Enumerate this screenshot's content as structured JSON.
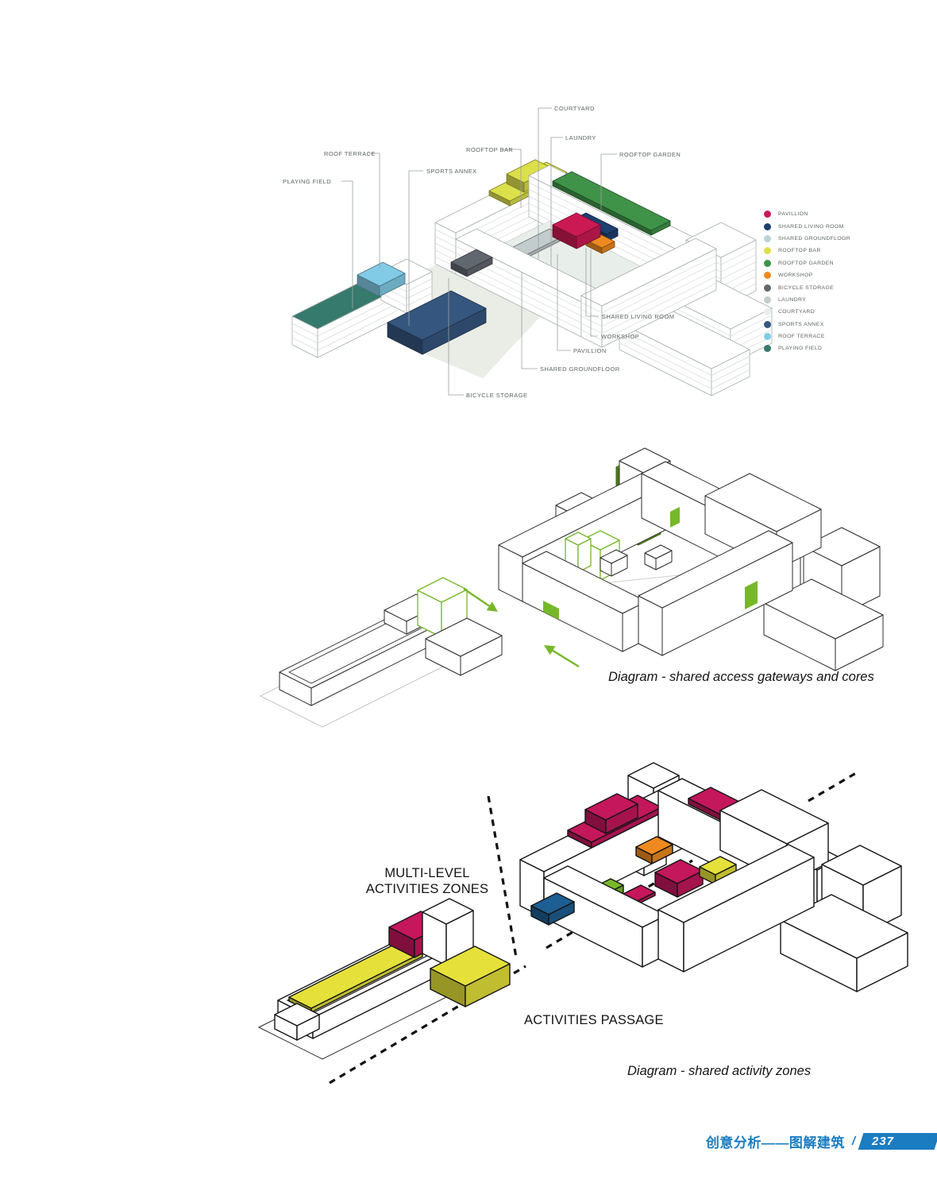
{
  "top_diagram": {
    "labels": {
      "playing_field": "PLAYING FIELD",
      "roof_terrace": "ROOF TERRACE",
      "sports_annex": "SPORTS ANNEX",
      "rooftop_bar": "ROOFTOP BAR",
      "courtyard": "COURTYARD",
      "laundry": "LAUNDRY",
      "rooftop_garden": "ROOFTOP GARDEN",
      "shared_living_room": "SHARED LIVING ROOM",
      "workshop": "WORKSHOP",
      "pavillion": "PAVILLION",
      "shared_groundfloor": "SHARED GROUNDFLOOR",
      "bicycle_storage": "BICYCLE STORAGE"
    },
    "legend": {
      "items": [
        {
          "label": "PAVILLION",
          "color": "#cb1a53"
        },
        {
          "label": "SHARED LIVING ROOM",
          "color": "#1e3e70"
        },
        {
          "label": "SHARED GROUNDFLOOR",
          "color": "#b9d3d6"
        },
        {
          "label": "ROOFTOP BAR",
          "color": "#dce04a"
        },
        {
          "label": "ROOFTOP GARDEN",
          "color": "#3f9348"
        },
        {
          "label": "WORKSHOP",
          "color": "#ee8a1f"
        },
        {
          "label": "BICYCLE STORAGE",
          "color": "#60676e"
        },
        {
          "label": "LAUNDRY",
          "color": "#c3cccd"
        },
        {
          "label": "COURTYARD",
          "color": "#e8eeea"
        },
        {
          "label": "SPORTS ANNEX",
          "color": "#35567e"
        },
        {
          "label": "ROOF TERRACE",
          "color": "#82cbe6"
        },
        {
          "label": "PLAYING FIELD",
          "color": "#367a6d"
        }
      ]
    }
  },
  "middle_diagram": {
    "caption": "Diagram - shared access gateways and cores",
    "accent_color": "#76b82a"
  },
  "bottom_diagram": {
    "caption": "Diagram - shared activity zones",
    "labels": {
      "multi_level": "MULTI-LEVEL",
      "activities_zones": "ACTIVITIES ZONES",
      "activities_passage": "ACTIVITIES PASSAGE"
    },
    "zone_color": "#c4175c",
    "passage_yellow": "#e5e13a",
    "passage_blue": "#1d5e93"
  },
  "footer": {
    "title": "创意分析——图解建筑",
    "separator": "/",
    "page_number": "237",
    "accent_color": "#1b7cc1"
  }
}
